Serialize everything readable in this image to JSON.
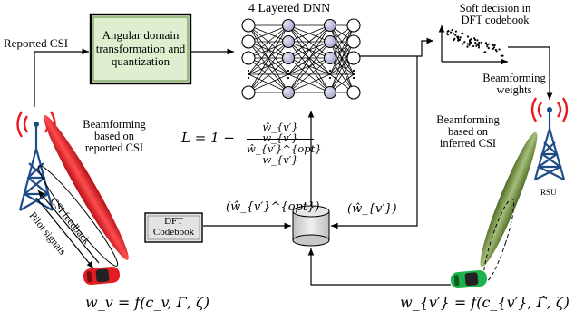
{
  "labels": {
    "reported_csi": "Reported CSI",
    "angular_box": "Angular domain transformation and quantization",
    "dnn_title": "4 Layered DNN",
    "soft_decision": "Soft decision in DFT codebook",
    "beamforming_weights": "Beamforming weights",
    "bf_reported": "Beamforming based on reported CSI",
    "bf_inferred": "Beamforming based on inferred CSI",
    "rsu": "RSU",
    "csi_feedback": "CSI feedback",
    "pilot_signals": "Pilot signals",
    "dft_codebook": "DFT Codebook"
  },
  "math": {
    "loss_lhs": "L = 1 −",
    "loss_num": "ŵ_{v′} w_{v′}",
    "loss_den": "ŵ_{v′}^{opt} w_{v′}",
    "w_opt_paren": "(ŵ_{v′}^{opt})",
    "w_hat_paren": "(ŵ_{v′})",
    "w_v": "w_v = f(c_v, Γ, ζ)",
    "w_vp": "w_{v′} = f(c_{v′}, Γ̂, ζ)"
  },
  "colors": {
    "green_box_fill": "#dfeecf",
    "green_box_border": "#5a8a33",
    "neuron_fill": "#b8b8d6",
    "red_beam": "#e8191f",
    "green_beam": "#6d8a3c",
    "red_car": "#e31b23",
    "green_car": "#1db34a",
    "tower": "#1e4c86"
  }
}
